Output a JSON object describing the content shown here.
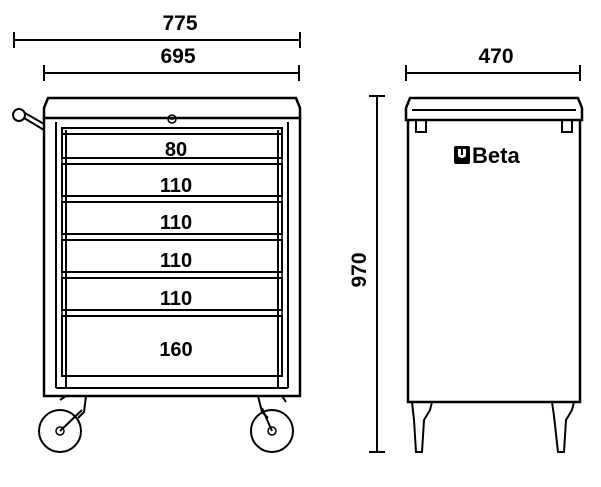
{
  "dimensions": {
    "overall_width": "775",
    "body_width": "695",
    "depth": "470",
    "height": "970"
  },
  "drawers": [
    {
      "label": "80"
    },
    {
      "label": "110"
    },
    {
      "label": "110"
    },
    {
      "label": "110"
    },
    {
      "label": "110"
    },
    {
      "label": "160"
    }
  ],
  "brand": "Beta"
}
